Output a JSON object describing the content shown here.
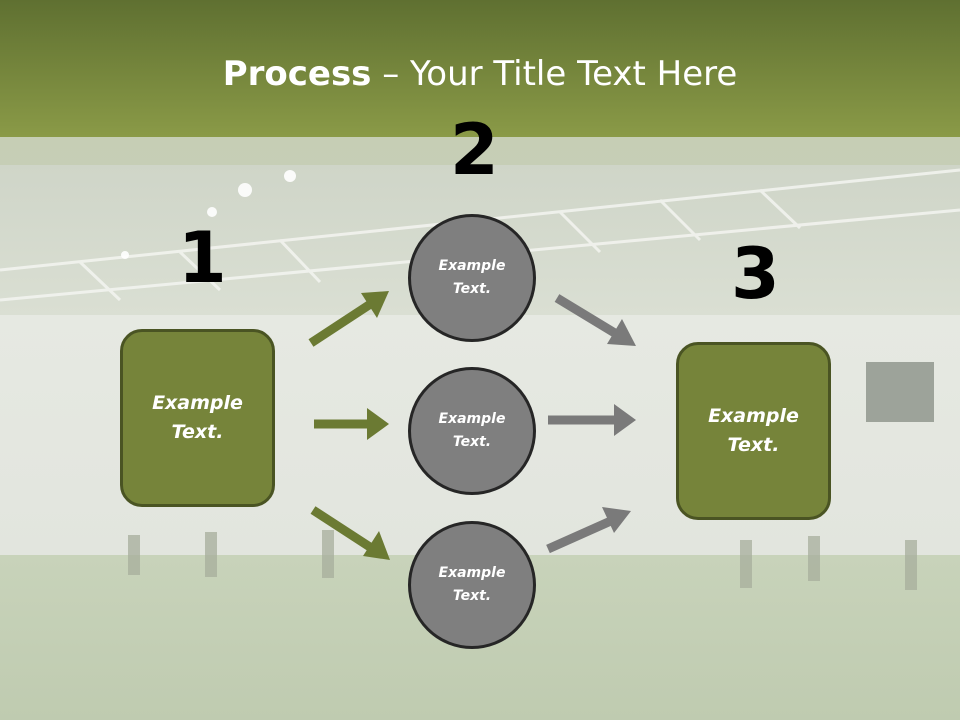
{
  "title": {
    "bold": "Process",
    "rest": " – Your Title Text Here"
  },
  "steps": {
    "one": "1",
    "two": "2",
    "three": "3"
  },
  "boxes": {
    "left": "Example\nText.",
    "right": "Example\nText."
  },
  "circles": [
    {
      "label": "Example\nText."
    },
    {
      "label": "Example\nText."
    },
    {
      "label": "Example\nText."
    }
  ],
  "colors": {
    "title_band": "#7b8c3e",
    "box_fill": "#76843a",
    "circle_fill": "#7f7f7f",
    "arrow_green": "#6b7a33",
    "arrow_gray": "#7a7a7a"
  }
}
